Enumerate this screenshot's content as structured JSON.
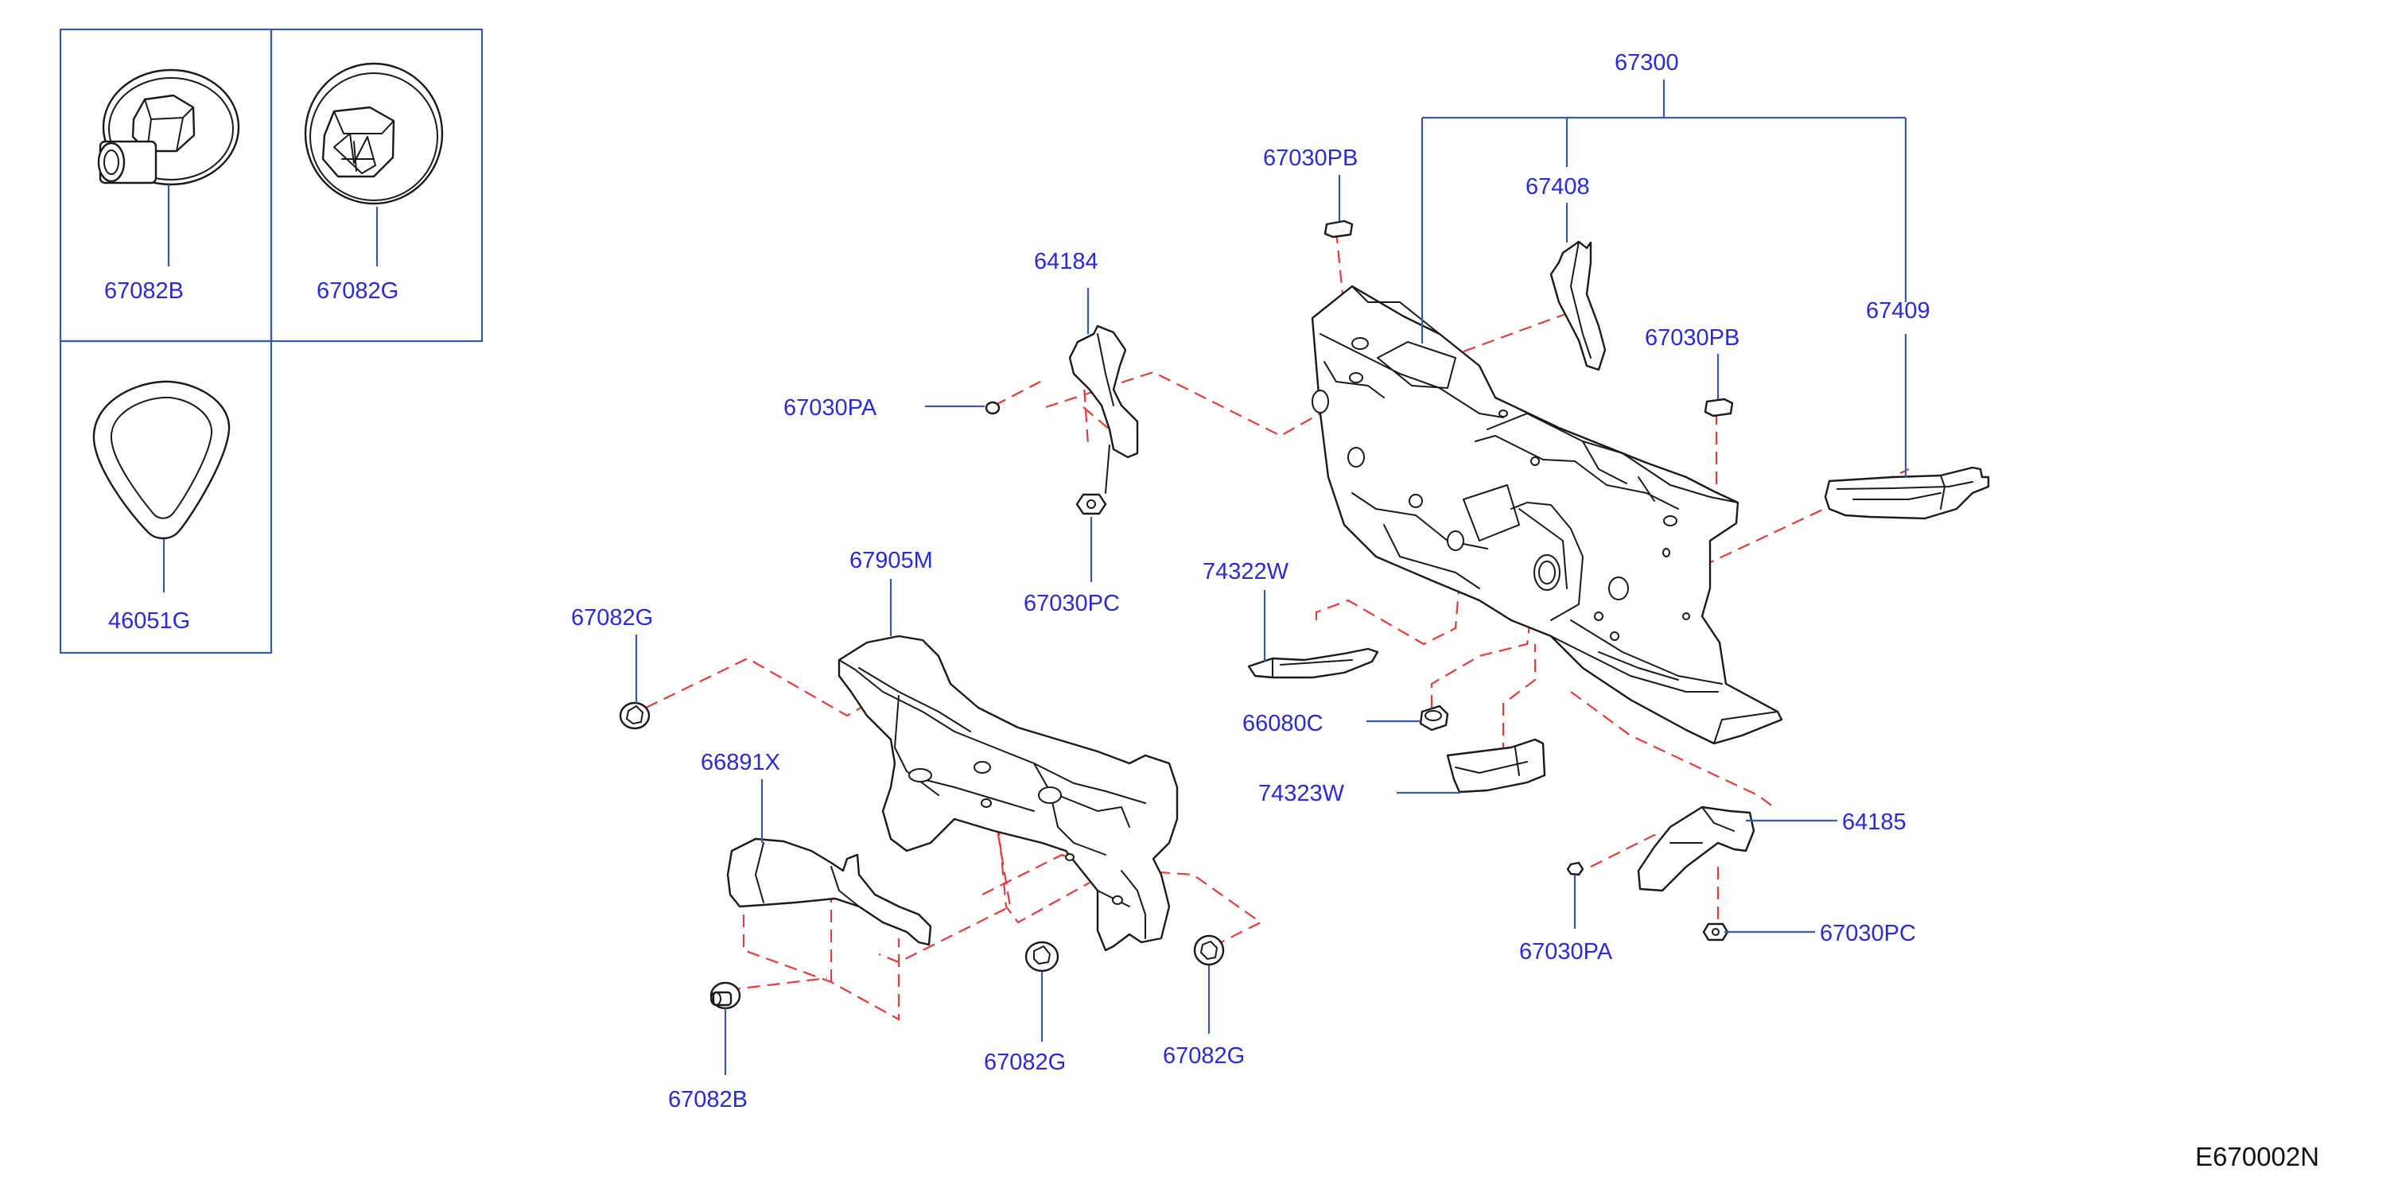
{
  "diagram": {
    "code": "E670002N",
    "inset_labels": {
      "top_left": "67082B",
      "top_right": "67082G",
      "bottom_left": "46051G"
    },
    "labels": {
      "dash_panel_assy": "67300",
      "dash_side_upper": "67408",
      "dash_side_right": "67409",
      "clip_pb_left": "67030PB",
      "clip_pb_right": "67030PB",
      "bracket_left": "64184",
      "clip_pa_left": "67030PA",
      "clip_pc_left": "67030PC",
      "insulator": "67905M",
      "grommet_left": "67082G",
      "insulator_lower": "66891X",
      "grommet_b_bottom": "67082B",
      "grommet_g_center": "67082G",
      "grommet_g_right": "67082G",
      "seal_upper": "74322W",
      "grommet_center": "66080C",
      "seal_lower": "74323W",
      "bracket_right": "64185",
      "clip_pa_right": "67030PA",
      "clip_pc_right": "67030PC"
    },
    "colors": {
      "label": "#2a2ad8",
      "leader": "#3a5aa8",
      "phantom_line": "#e23c3c",
      "part_outline": "#1a1a1a"
    }
  }
}
